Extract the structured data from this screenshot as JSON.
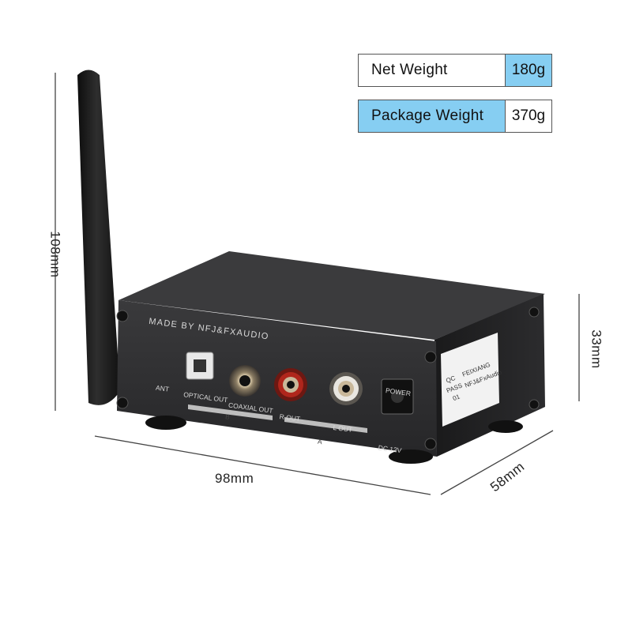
{
  "specs": {
    "net_weight": {
      "label": "Net Weight",
      "value": "180g"
    },
    "package_weight": {
      "label": "Package Weight",
      "value": "370g"
    }
  },
  "dimensions": {
    "height": "108mm",
    "depth_height": "33mm",
    "width": "98mm",
    "depth": "58mm"
  },
  "device": {
    "maker_text": "MADE BY NFJ&FXAUDIO",
    "ant_label": "ANT",
    "optical_label": "OPTICAL OUT",
    "coaxial_label": "COAXIAL OUT",
    "r_out_label": "R OUT",
    "l_out_label": "L OUT",
    "power_label": "POWER",
    "dc_label": "DC 12V",
    "group_b": "B",
    "group_a": "A",
    "qc_sticker": {
      "line1": "QC",
      "line2": "PASS",
      "line3": "01",
      "brand1": "FEIXIANG",
      "brand2": "NFJ&FxAudio"
    }
  },
  "colors": {
    "accent_blue": "#86cef2",
    "chassis": "#2a2a2c",
    "rca_red": "#b0261c"
  }
}
